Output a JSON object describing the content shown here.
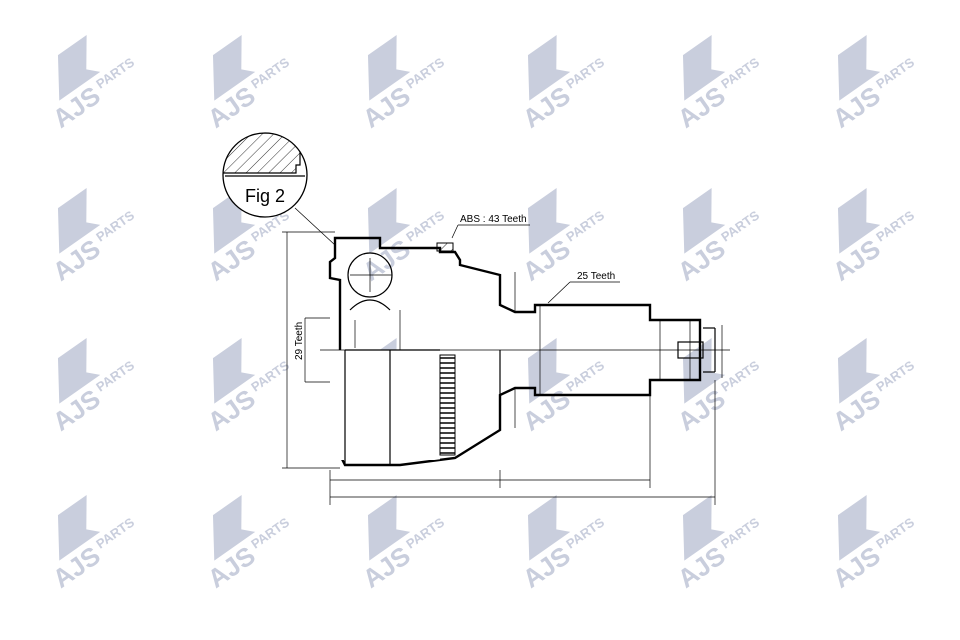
{
  "watermark": {
    "text_main": "AJS",
    "text_sub": "PARTS",
    "color": "#c9cedd"
  },
  "diagram": {
    "fig_label": "Fig 2",
    "abs_label": "ABS : 43 Teeth",
    "outer_spline_label": "25 Teeth",
    "inner_spline_label": "29 Teeth"
  }
}
